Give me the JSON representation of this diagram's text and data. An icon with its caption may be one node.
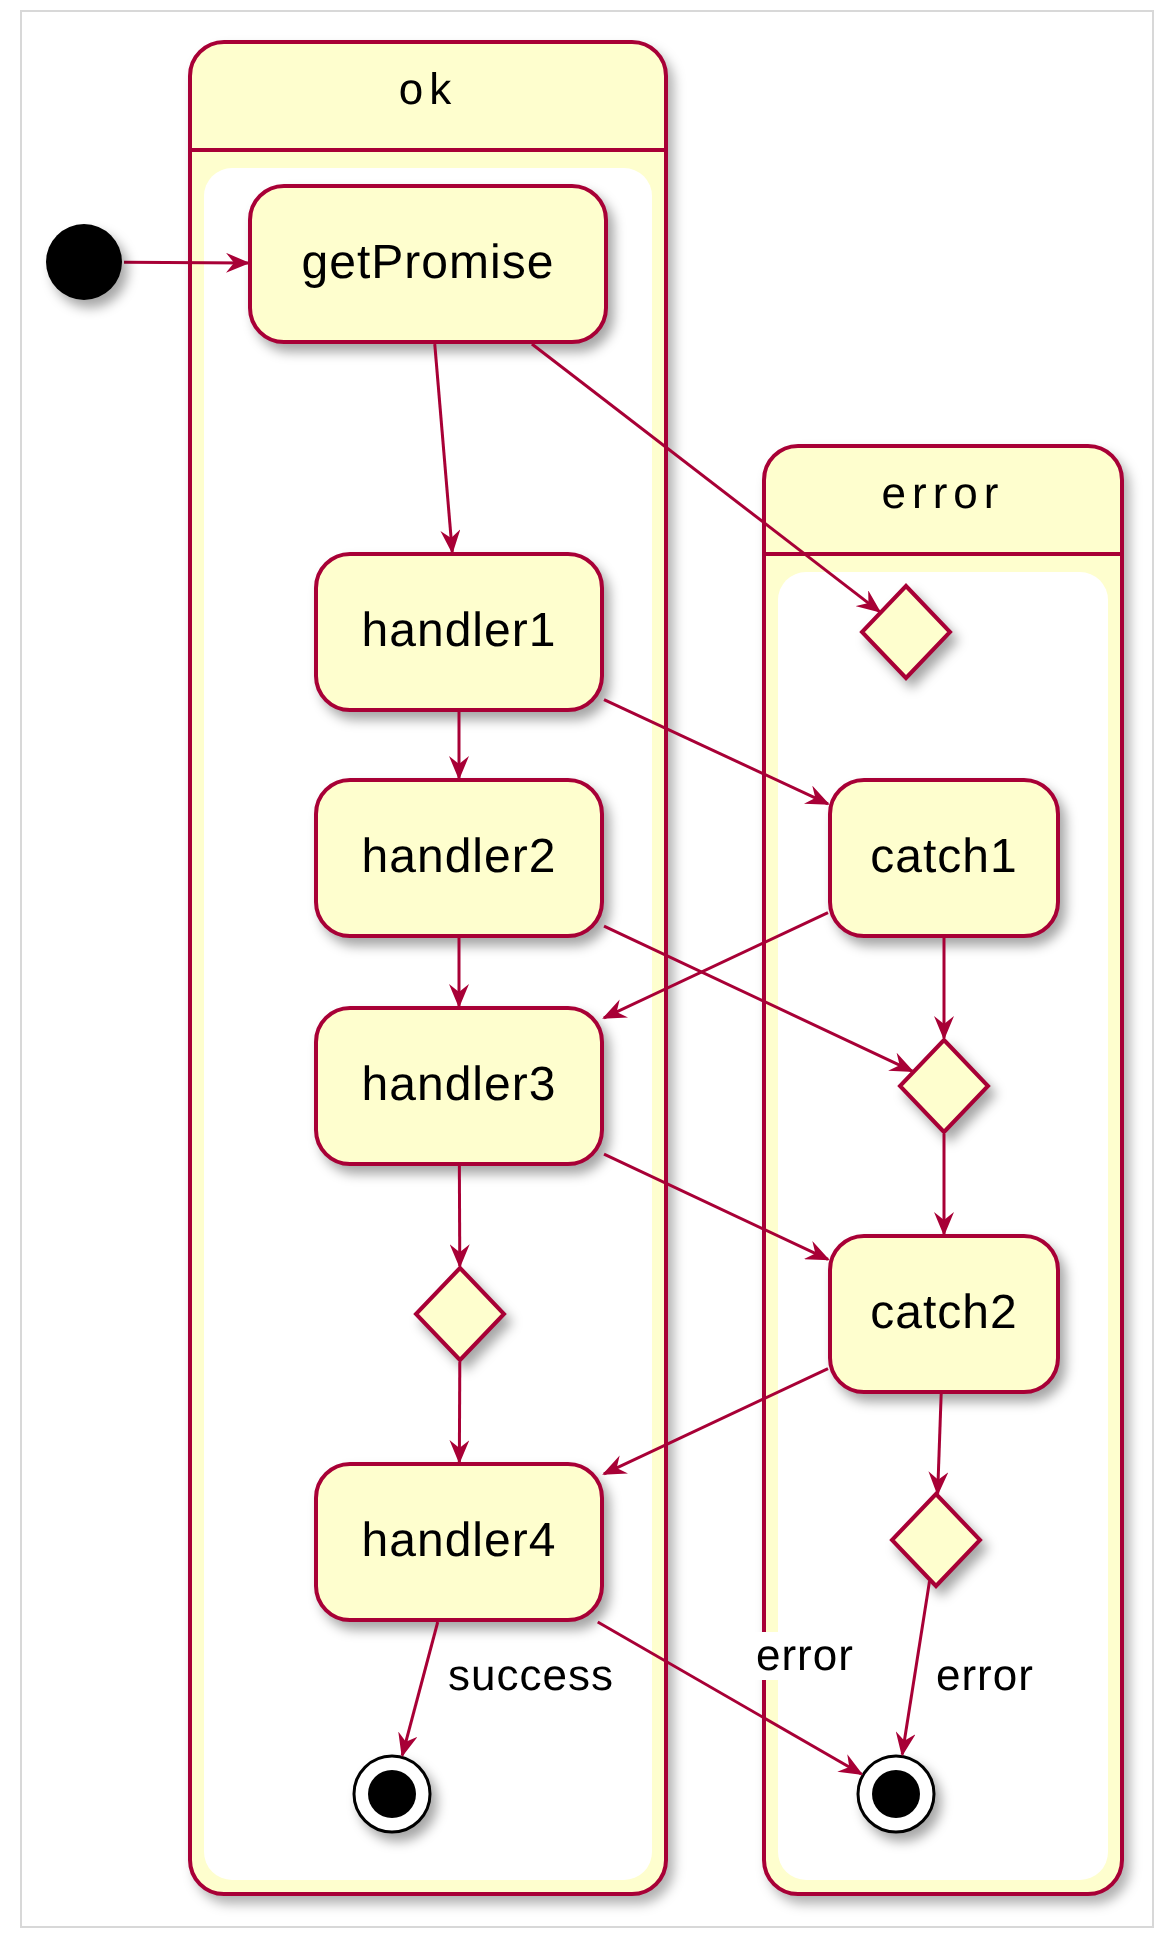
{
  "diagram": {
    "nodes": [
      {
        "text": [
          "ok"
        ]
      },
      {
        "text": [
          "error"
        ]
      },
      {
        "text": [],
        "shape": "circle"
      },
      {
        "text": [
          "getPromise"
        ],
        "in": 0
      },
      {
        "text": [
          "handler1"
        ],
        "in": 0
      },
      {
        "text": [
          "handler2"
        ],
        "in": 0
      },
      {
        "text": [
          "handler3"
        ],
        "in": 0
      },
      {
        "text": [],
        "shape": "diamond",
        "in": 0
      },
      {
        "text": [
          "handler4"
        ],
        "in": 0
      },
      {
        "text": [],
        "shape": "circle",
        "in": 0
      },
      {
        "text": [],
        "shape": "diamond",
        "in": 1
      },
      {
        "text": [
          "catch1"
        ],
        "in": 1
      },
      {
        "text": [],
        "shape": "diamond",
        "in": 1
      },
      {
        "text": [
          "catch2"
        ],
        "in": 1
      },
      {
        "text": [],
        "shape": "diamond",
        "in": 1
      },
      {
        "text": [],
        "shape": "circle",
        "in": 1
      }
    ],
    "edges": [
      {
        "from": 2,
        "to": 3,
        "arrow": "to"
      },
      {
        "from": 3,
        "to": 4,
        "arrow": "to"
      },
      {
        "from": 3,
        "to": 10,
        "arrow": "to"
      },
      {
        "from": 4,
        "to": 5,
        "arrow": "to"
      },
      {
        "from": 4,
        "to": 11,
        "arrow": "to"
      },
      {
        "from": 5,
        "to": 6,
        "arrow": "to"
      },
      {
        "from": 5,
        "to": 12,
        "arrow": "to"
      },
      {
        "from": 11,
        "to": 6,
        "arrow": "to"
      },
      {
        "from": 11,
        "to": 12,
        "arrow": "to"
      },
      {
        "from": 6,
        "to": 7,
        "arrow": "to"
      },
      {
        "from": 6,
        "to": 13,
        "arrow": "to"
      },
      {
        "from": 12,
        "to": 13,
        "arrow": "to"
      },
      {
        "from": 7,
        "to": 8,
        "arrow": "to"
      },
      {
        "from": 13,
        "to": 8,
        "arrow": "to"
      },
      {
        "from": 13,
        "to": 14,
        "arrow": "to"
      },
      {
        "from": 8,
        "to": 9,
        "label": "success",
        "arrow": "to"
      },
      {
        "from": 8,
        "to": 15,
        "label": "error",
        "arrow": "to"
      },
      {
        "from": 14,
        "to": 15,
        "label": "error",
        "arrow": "to"
      }
    ]
  }
}
